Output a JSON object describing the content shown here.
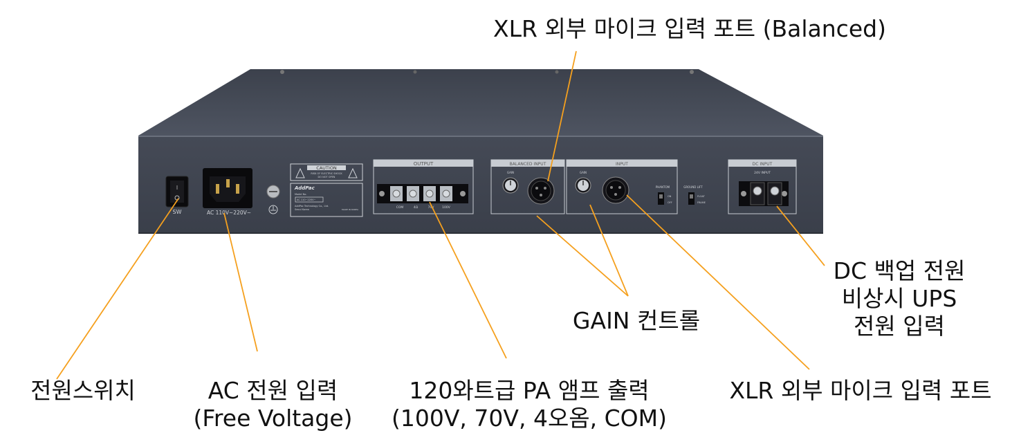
{
  "colors": {
    "leader": "#f5a01e",
    "chassis_top": "#4a4f5a",
    "chassis_front": "#3f4450",
    "panel_line": "#c8ccd2",
    "text": "#111111"
  },
  "device": {
    "switch_label": "SW",
    "ac_label": "AC 110V~220V~",
    "caution_title": "CAUTION",
    "caution_line1": "RISK OF ELECTRIC SHOCK",
    "caution_line2": "DO NOT OPEN",
    "brand": "AddPac",
    "model_label": "Model No.",
    "rating_box": "AC 110~220V~",
    "maker": "AddPac Technology Co., Ltd.",
    "city": "Seoul Korea",
    "made_in": "MADE IN KOREA",
    "output_title": "OUTPUT",
    "output_com": "COM",
    "output_4": "4Ω",
    "output_70": "70V",
    "output_100": "100V",
    "balanced_title": "BALANCED INPUT",
    "gain_label": "GAIN",
    "input_title": "INPUT",
    "phantom_label": "PHANTOM",
    "phantom_on": "ON",
    "phantom_off": "OFF",
    "ground_label": "GROUND LIFT",
    "ground_float": "FLOAT",
    "ground_frame": "FRAME",
    "dc_title": "DC INPUT",
    "dc_sub": "24V INPUT"
  },
  "callouts": {
    "xlr_balanced": "XLR 외부 마이크 입력 포트 (Balanced)",
    "dc_backup": [
      "DC 백업 전원",
      "비상시 UPS",
      "전원 입력"
    ],
    "gain": "GAIN 컨트롤",
    "power_switch": "전원스위치",
    "ac_power": [
      "AC 전원 입력",
      "(Free Voltage)"
    ],
    "amp_output": [
      "120와트급 PA 앰프 출력",
      "(100V, 70V, 4오옴, COM)"
    ],
    "xlr_port": "XLR 외부 마이크 입력 포트"
  }
}
